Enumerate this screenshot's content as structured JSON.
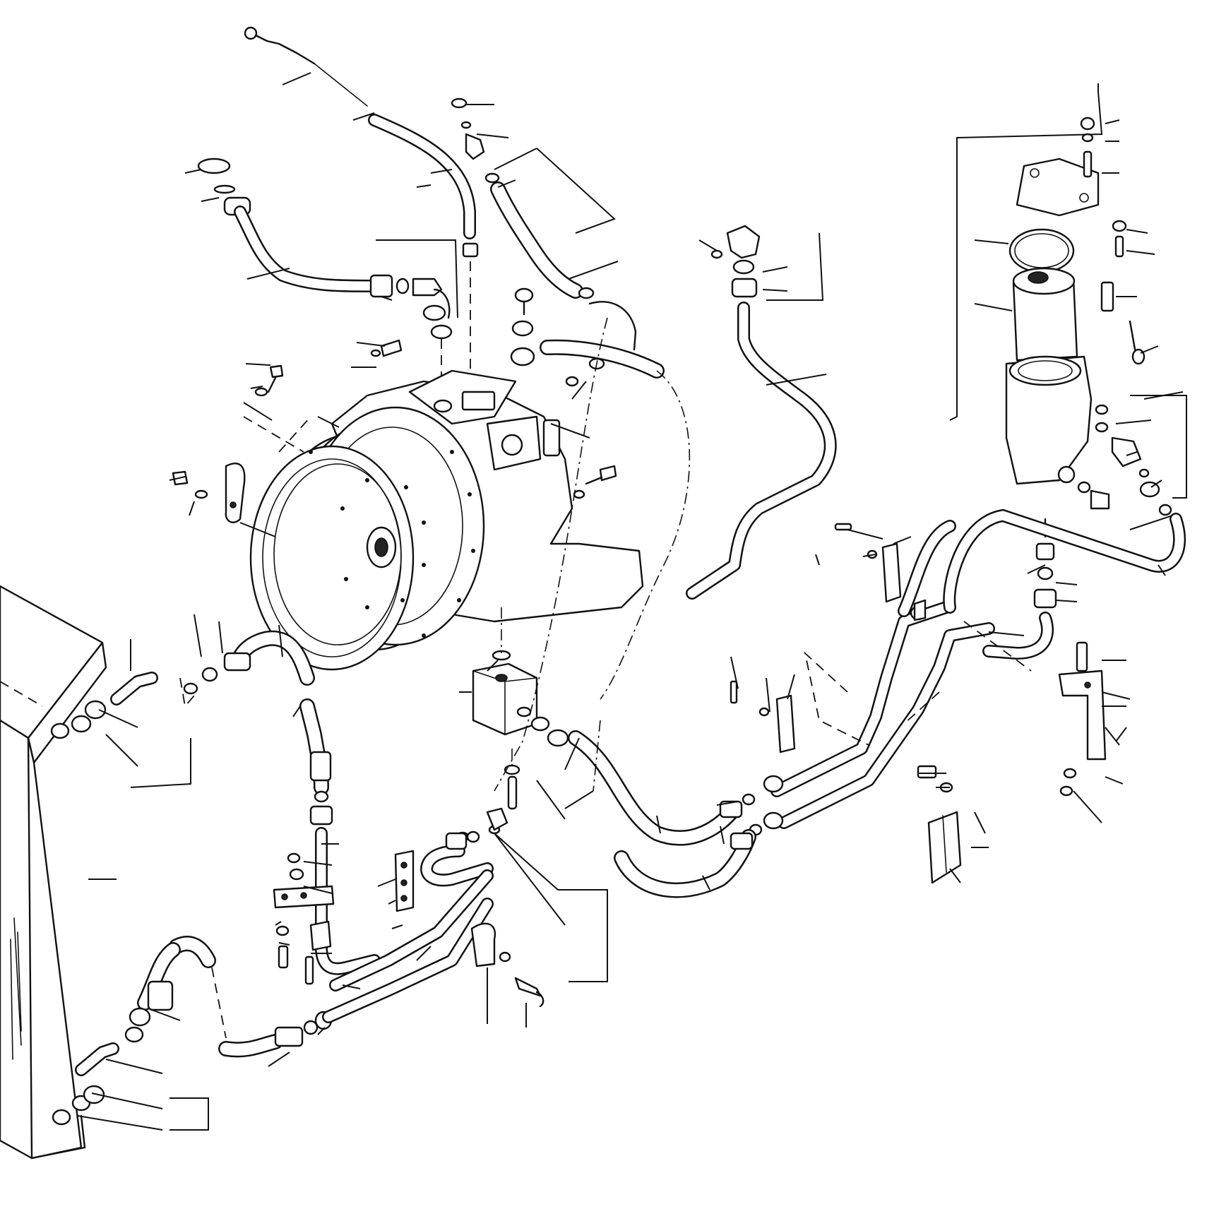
{
  "diagram": {
    "kind": "exploded-parts-view",
    "labels_present": false,
    "line_color": "#111111",
    "background_color": "#ffffff",
    "components": [
      {
        "id": "transmission-housing",
        "icon": "transmission-icon"
      },
      {
        "id": "torque-converter-flange",
        "icon": "flange-icon"
      },
      {
        "id": "oil-cooler-radiator",
        "icon": "radiator-icon"
      },
      {
        "id": "oil-filter-assembly",
        "icon": "filter-icon"
      },
      {
        "id": "valve-block",
        "icon": "valve-icon"
      },
      {
        "id": "dipstick-tube",
        "icon": "dipstick-icon"
      },
      {
        "id": "breather-hose",
        "icon": "hose-icon"
      },
      {
        "id": "filler-pipe",
        "icon": "pipe-icon"
      },
      {
        "id": "cooler-lines",
        "icon": "pipe-icon"
      },
      {
        "id": "mounting-brackets",
        "icon": "bracket-icon"
      }
    ]
  }
}
